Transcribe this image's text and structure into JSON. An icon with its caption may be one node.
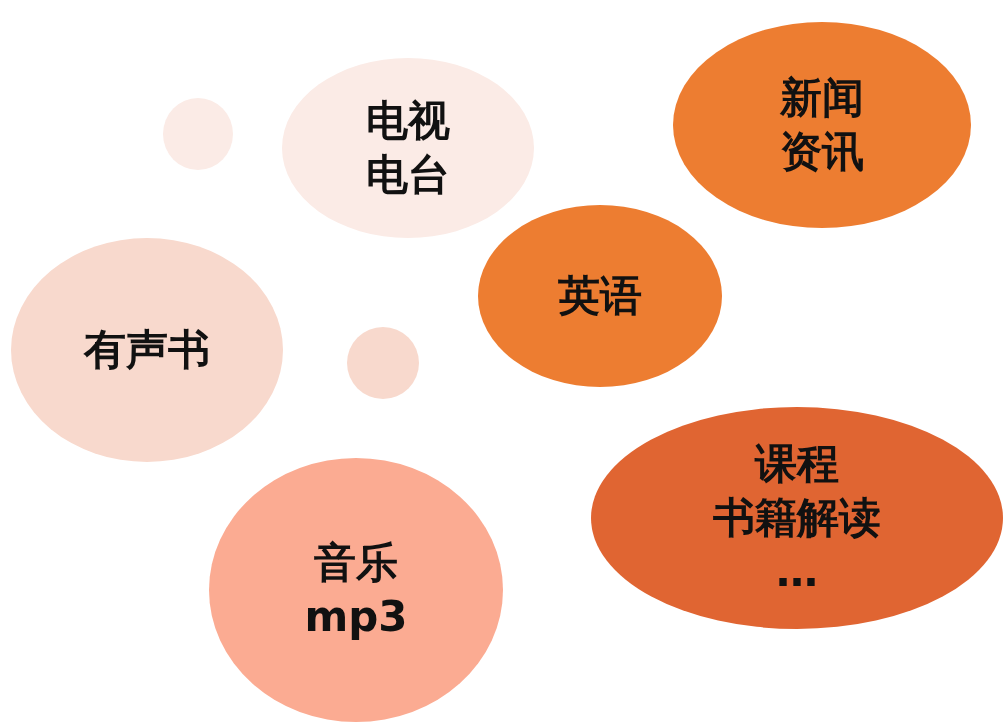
{
  "diagram": {
    "nodes": [
      {
        "text": [],
        "shape": "circle"
      },
      {
        "text": [
          "电视",
          "电台"
        ]
      },
      {
        "text": [
          "新闻资讯"
        ]
      },
      {
        "text": [
          "英语"
        ]
      },
      {
        "text": [
          "有声书"
        ]
      },
      {
        "text": [],
        "shape": "circle"
      },
      {
        "text": [
          "课程",
          "书籍解读",
          "…"
        ]
      },
      {
        "text": [
          "音乐",
          "mp3"
        ]
      }
    ]
  }
}
